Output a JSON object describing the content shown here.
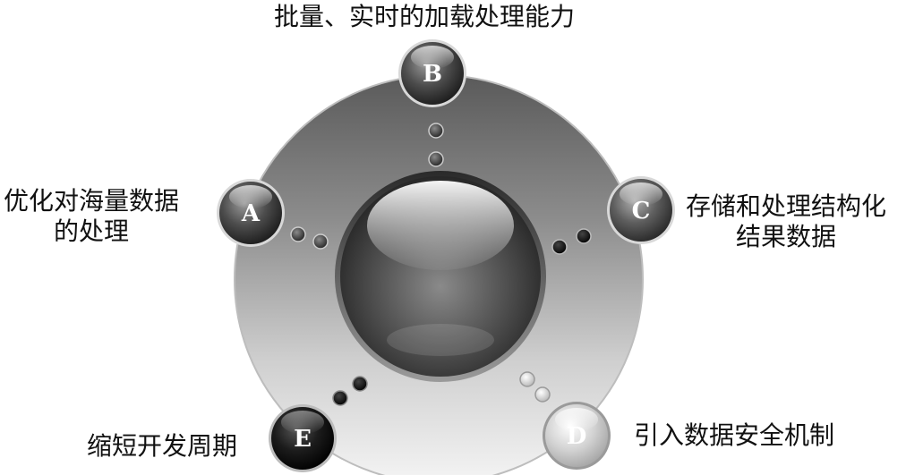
{
  "nodes": {
    "a": {
      "letter": "A",
      "label_line1": "优化对海量数据",
      "label_line2": "的处理"
    },
    "b": {
      "letter": "B",
      "label": "批量、实时的加载处理能力"
    },
    "c": {
      "letter": "C",
      "label_line1": "存储和处理结构化",
      "label_line2": "结果数据"
    },
    "d": {
      "letter": "D",
      "label": "引入数据安全机制"
    },
    "e": {
      "letter": "E",
      "label": "缩短开发周期"
    }
  }
}
